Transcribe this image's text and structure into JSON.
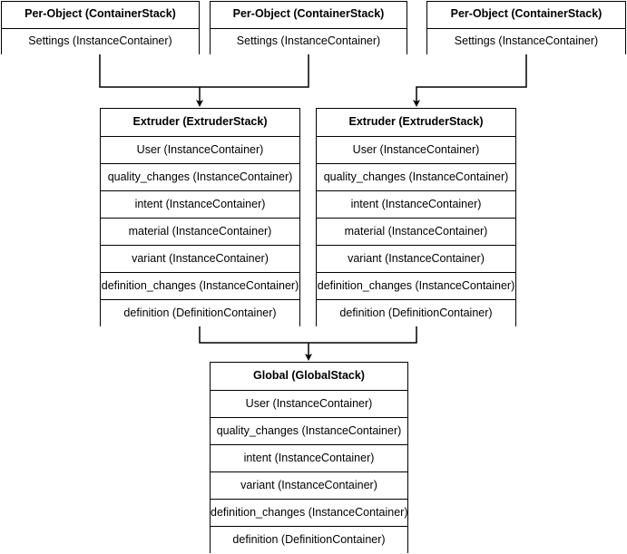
{
  "diagram": {
    "title": "Cura container stack hierarchy",
    "background_color": "#ffffff",
    "line_color": "#000000",
    "box_fill": "#ffffff"
  },
  "boxes": {
    "per_object_1": {
      "header": "Per-Object (ContainerStack)",
      "rows": [
        "Settings (InstanceContainer)"
      ]
    },
    "per_object_2": {
      "header": "Per-Object (ContainerStack)",
      "rows": [
        "Settings (InstanceContainer)"
      ]
    },
    "per_object_3": {
      "header": "Per-Object (ContainerStack)",
      "rows": [
        "Settings (InstanceContainer)"
      ]
    },
    "extruder_1": {
      "header": "Extruder (ExtruderStack)",
      "rows": [
        "User (InstanceContainer)",
        "quality_changes (InstanceContainer)",
        "intent (InstanceContainer)",
        "material (InstanceContainer)",
        "variant (InstanceContainer)",
        "definition_changes (InstanceContainer)",
        "definition (DefinitionContainer)"
      ]
    },
    "extruder_2": {
      "header": "Extruder (ExtruderStack)",
      "rows": [
        "User (InstanceContainer)",
        "quality_changes (InstanceContainer)",
        "intent (InstanceContainer)",
        "material (InstanceContainer)",
        "variant (InstanceContainer)",
        "definition_changes (InstanceContainer)",
        "definition (DefinitionContainer)"
      ]
    },
    "global_stack": {
      "header": "Global (GlobalStack)",
      "rows": [
        "User (InstanceContainer)",
        "quality_changes (InstanceContainer)",
        "intent (InstanceContainer)",
        "variant (InstanceContainer)",
        "definition_changes (InstanceContainer)",
        "definition (DefinitionContainer)"
      ]
    }
  },
  "edges": [
    {
      "from": "per_object_1",
      "to": "extruder_1"
    },
    {
      "from": "per_object_2",
      "to": "extruder_1"
    },
    {
      "from": "per_object_3",
      "to": "extruder_2"
    },
    {
      "from": "extruder_1",
      "to": "global_stack"
    },
    {
      "from": "extruder_2",
      "to": "global_stack"
    }
  ]
}
